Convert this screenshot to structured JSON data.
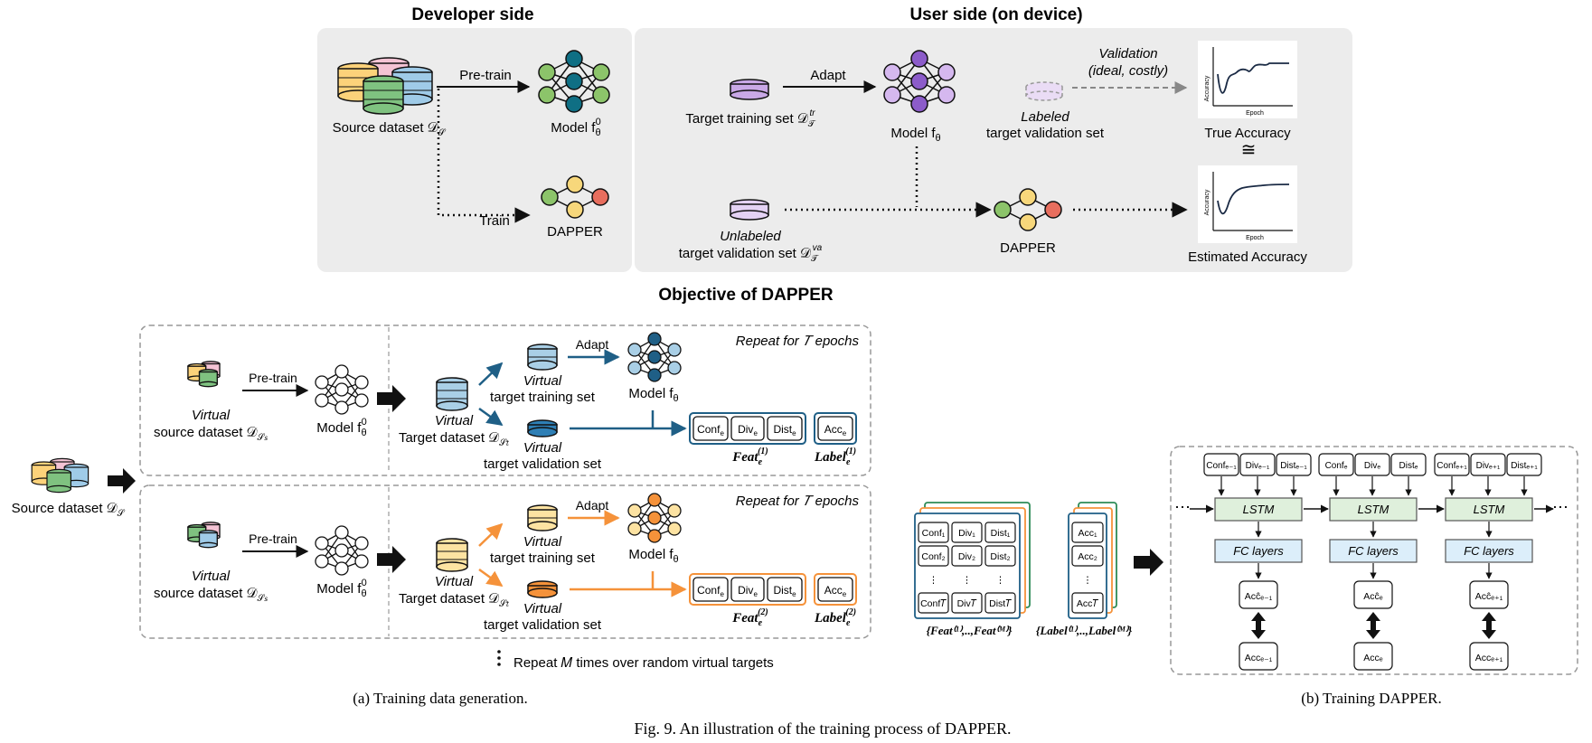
{
  "colors": {
    "panel_bg": "#ececec",
    "blue": "#1f5f86",
    "blue_light": "#a9cfe6",
    "orange": "#f5923a",
    "orange_light": "#fde3a2",
    "teal": "#0f6f84",
    "purple": "#c9a8e6",
    "purple_dark": "#8c5cc9",
    "green_node": "#8cc46a",
    "red_node": "#e86e5e",
    "yellow_node": "#f7d77b",
    "lstm_fill": "#dff0dc",
    "fc_fill": "#dceefa",
    "arrow_gray": "#888888"
  },
  "top": {
    "developer_title": "Developer side",
    "user_title": "User side (on device)",
    "source_dataset_label": "Source dataset 𝒟",
    "source_dataset_sub": "𝒮",
    "pretrain_label": "Pre-train",
    "train_label": "Train",
    "model_f0_label": "Model f",
    "model_f0_sup": "0",
    "model_f0_sub": "θ",
    "dapper_label_dev": "DAPPER",
    "adapt_label": "Adapt",
    "target_training_label": "Target training set 𝒟",
    "target_training_sup": "tr",
    "target_training_sub": "𝒯",
    "model_f_label": "Model f",
    "model_f_sub": "θ",
    "labeled_label": "Labeled",
    "target_validation_label": "target validation set",
    "validation_label": "Validation",
    "validation_sub": "(ideal, costly)",
    "true_accuracy_label": "True Accuracy",
    "approx_symbol": "≅",
    "estimated_accuracy_label": "Estimated Accuracy",
    "unlabeled_label": "Unlabeled",
    "unlabeled_set_label": "target validation set 𝒟",
    "unlabeled_set_sup": "va",
    "unlabeled_set_sub": "𝒯",
    "dapper_label_user": "DAPPER",
    "axis_accuracy": "Accuracy",
    "axis_epoch": "Epoch"
  },
  "objective_title": "Objective of DAPPER",
  "left": {
    "source_dataset_label": "Source dataset 𝒟",
    "source_dataset_sub": "𝒮",
    "repeat_label": "Repeat for 𝑇 epochs",
    "pretrain_label": "Pre-train",
    "virtual_label": "Virtual",
    "virtual_source_label": "source dataset 𝒟",
    "virtual_source_sub": "𝒮𝑠",
    "model_f0_label": "Model f",
    "model_f0_sup": "0",
    "model_f0_sub": "θ",
    "virtual_target_label": "Target dataset 𝒟",
    "virtual_target_sub": "𝒮𝑡",
    "adapt_label": "Adapt",
    "virtual_training_label": "target training set",
    "virtual_validation_label": "target validation set",
    "model_f_label": "Model f",
    "model_f_sub": "θ",
    "feat_boxes": [
      "Conf",
      "Div",
      "Dist"
    ],
    "feat_sub": "e",
    "acc_box": "Acc",
    "feat1_label": "Feat",
    "feat1_sup": "(1)",
    "label1_label": "Label",
    "label1_sup": "(1)",
    "feat2_sup": "(2)",
    "label2_sup": "(2)",
    "label_sub": "e",
    "repeat_m_label": "Repeat 𝑀 times over random virtual targets",
    "caption_a": "(a) Training data generation."
  },
  "middle": {
    "feat_rows": [
      [
        "Conf₁",
        "Div₁",
        "Dist₁"
      ],
      [
        "Conf₂",
        "Div₂",
        "Dist₂"
      ],
      [
        "⋮",
        "⋮",
        "⋮"
      ],
      [
        "Conf𝑇",
        "Div𝑇",
        "Dist𝑇"
      ]
    ],
    "acc_rows": [
      "Acc₁",
      "Acc₂",
      "⋮",
      "Acc𝑇"
    ],
    "feat_set_label": "{Feat⁽¹⁾,..,Feat⁽ᴹ⁾}",
    "label_set_label": "{Label⁽¹⁾,..,Label⁽ᴹ⁾}"
  },
  "right": {
    "columns": [
      {
        "inputs": [
          "Confₑ₋₁",
          "Divₑ₋₁",
          "Distₑ₋₁"
        ],
        "lstm": "LSTM",
        "fc": "FC layers",
        "est": "Acĉₑ₋₁",
        "acc": "Accₑ₋₁"
      },
      {
        "inputs": [
          "Confₑ",
          "Divₑ",
          "Distₑ"
        ],
        "lstm": "LSTM",
        "fc": "FC layers",
        "est": "Acĉₑ",
        "acc": "Accₑ"
      },
      {
        "inputs": [
          "Confₑ₊₁",
          "Divₑ₊₁",
          "Distₑ₊₁"
        ],
        "lstm": "LSTM",
        "fc": "FC layers",
        "est": "Acĉₑ₊₁",
        "acc": "Accₑ₊₁"
      }
    ],
    "ellipsis": "⋯",
    "caption_b": "(b) Training DAPPER."
  },
  "figure_caption": "Fig. 9.  An illustration of the training process of DAPPER."
}
